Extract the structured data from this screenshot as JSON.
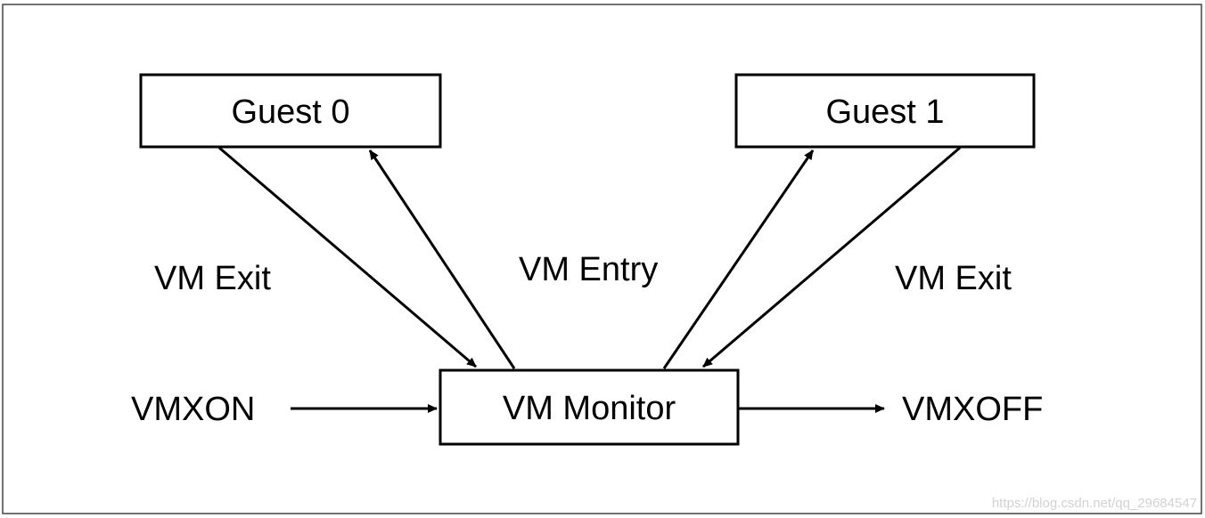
{
  "diagram": {
    "nodes": {
      "guest0": "Guest 0",
      "guest1": "Guest 1",
      "monitor": "VM Monitor"
    },
    "edge_labels": {
      "vm_exit_left": "VM Exit",
      "vm_entry": "VM Entry",
      "vm_exit_right": "VM Exit",
      "vmxon": "VMXON",
      "vmxoff": "VMXOFF"
    },
    "watermark": "https://blog.csdn.net/qq_29684547"
  }
}
